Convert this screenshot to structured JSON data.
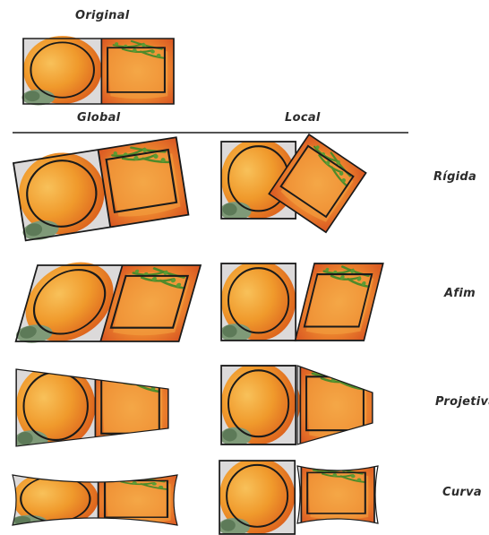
{
  "labels": {
    "original": "Original",
    "global": "Global",
    "local": "Local",
    "rigida": "Rígida",
    "afim": "Afim",
    "projetiva": "Projetiva",
    "curva": "Curva"
  },
  "colors": {
    "line": "#1a1a1a",
    "background_panel": "#d9d7d7",
    "fruit_light": "#f6b04a",
    "fruit_mid": "#ef8a22",
    "fruit_dark": "#d9541a",
    "leaf": "#4e8a2a",
    "leaf_base": "#7f9a78"
  }
}
